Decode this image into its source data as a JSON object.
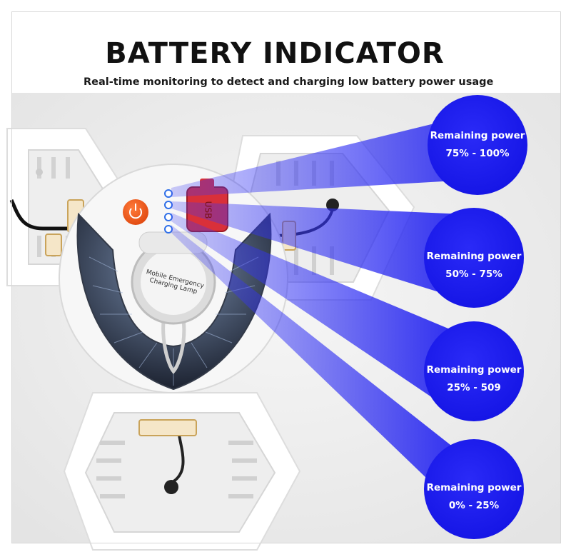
{
  "header": {
    "title": "BATTERY INDICATOR",
    "subtitle": "Real-time monitoring to detect and charging low battery power usage"
  },
  "lamp": {
    "label_text": "Mobile Emergency Charging Lamp",
    "port_label": "USB",
    "power_button_icon": "power-icon",
    "indicator_icon": "plus-icon"
  },
  "indicators": [
    {
      "label": "Remaining power",
      "range": "75% - 100%"
    },
    {
      "label": "Remaining power",
      "range": "50% - 75%"
    },
    {
      "label": "Remaining power",
      "range": "25% - 509"
    },
    {
      "label": "Remaining power",
      "range": "0% - 25%"
    }
  ],
  "colors": {
    "bubble": "#1f1ff0",
    "power_button": "#ee5a1e",
    "usb_cover": "#d9303a",
    "indicator_led": "#2f6fe8",
    "background": "#f1f1f1"
  }
}
